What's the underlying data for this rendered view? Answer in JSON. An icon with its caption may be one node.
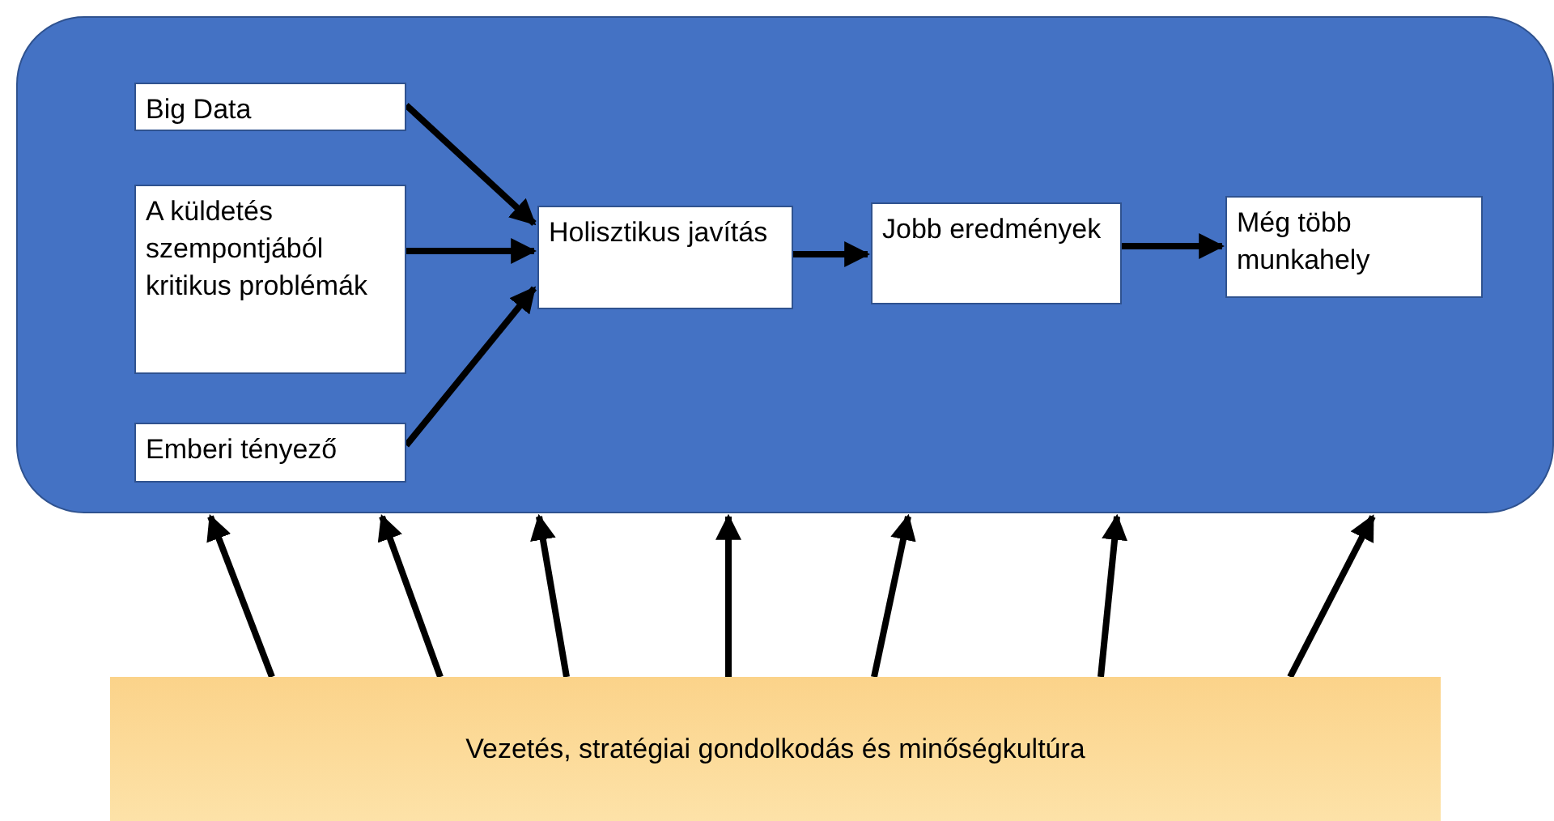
{
  "diagram": {
    "nodes": [
      {
        "text": [],
        "shape": "box"
      },
      {
        "text": [
          "Big Data"
        ],
        "in": 0
      },
      {
        "text": [
          "A küldetés szempontjából kritikus problémák"
        ],
        "in": 0
      },
      {
        "text": [
          "Emberi tényező"
        ],
        "in": 0
      },
      {
        "text": [
          "Holisztikus javítás"
        ],
        "in": 0
      },
      {
        "text": [
          "Jobb eredmények"
        ],
        "in": 0
      },
      {
        "text": [
          "Még több munkahely"
        ],
        "in": 0
      },
      {
        "text": [
          "Vezetés, stratégiai gondolkodás és minőségkultúra"
        ]
      }
    ],
    "edges": [
      {
        "from": 1,
        "to": 4,
        "arrow": "to"
      },
      {
        "from": 2,
        "to": 4,
        "arrow": "to"
      },
      {
        "from": 3,
        "to": 4,
        "arrow": "to"
      },
      {
        "from": 4,
        "to": 5,
        "arrow": "to"
      },
      {
        "from": 5,
        "to": 6,
        "arrow": "to"
      },
      {
        "from": 7,
        "to": 0,
        "arrow": "to"
      },
      {
        "from": 7,
        "to": 0,
        "arrow": "to"
      },
      {
        "from": 7,
        "to": 0,
        "arrow": "to"
      },
      {
        "from": 7,
        "to": 0,
        "arrow": "to"
      },
      {
        "from": 7,
        "to": 0,
        "arrow": "to"
      },
      {
        "from": 7,
        "to": 0,
        "arrow": "to"
      },
      {
        "from": 7,
        "to": 0,
        "arrow": "to"
      }
    ]
  }
}
